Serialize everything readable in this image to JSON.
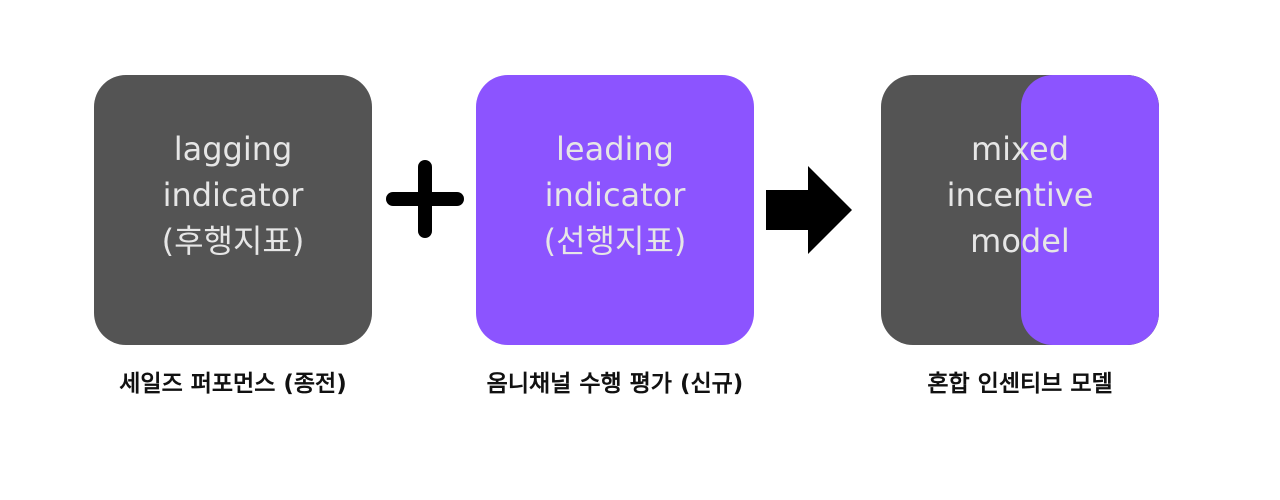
{
  "colors": {
    "dark": "#545454",
    "purple": "#8c54ff",
    "box_text": "#e6e6e6",
    "caption": "#111111",
    "connector": "#000000"
  },
  "lagging": {
    "lines": [
      "lagging",
      "indicator",
      "(후행지표)"
    ],
    "caption": "세일즈 퍼포먼스 (종전)"
  },
  "leading": {
    "lines": [
      "leading",
      "indicator",
      "(선행지표)"
    ],
    "caption": "옴니채널 수행 평가 (신규)"
  },
  "mixed": {
    "lines": [
      "mixed",
      "incentive",
      "model"
    ],
    "caption": "혼합 인센티브 모델"
  },
  "connectors": {
    "first": "plus-icon",
    "second": "arrow-right-icon"
  }
}
